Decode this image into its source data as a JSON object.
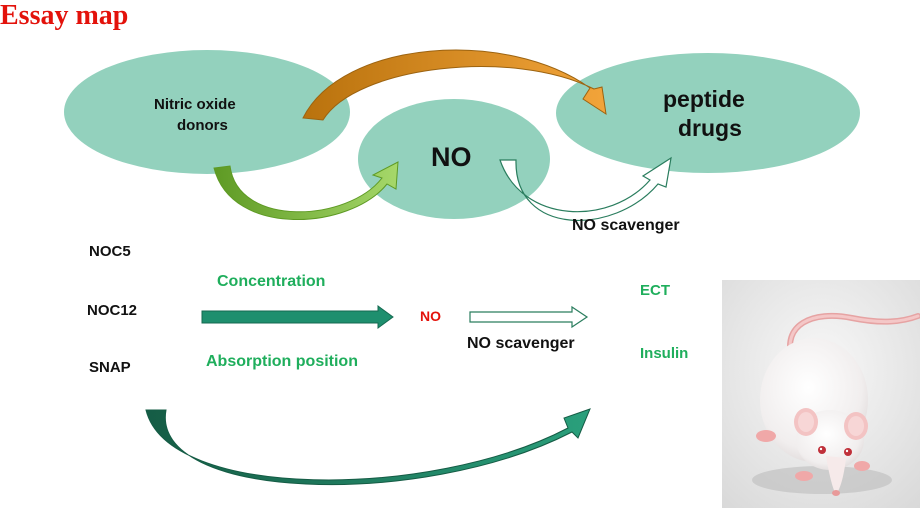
{
  "title": "Essay map",
  "colors": {
    "title": "#e3120b",
    "ellipse_fill": "#93d1bd",
    "green_text": "#1fae5c",
    "teal_arrow": "#1e8f6e",
    "orange_arrow": "#d88a1c",
    "lime_arrow": "#7bb73a"
  },
  "top_diagram": {
    "donors_label": "Nitric oxide donors",
    "donors_line1": "Nitric oxide",
    "donors_line2": "donors",
    "no_label": "NO",
    "peptide_line1": "peptide",
    "peptide_line2": "drugs",
    "scavenger_label": "NO scavenger"
  },
  "bottom_diagram": {
    "donors": [
      "NOC5",
      "NOC12",
      "SNAP"
    ],
    "factors": [
      "Concentration",
      "Absorption position"
    ],
    "no_label": "NO",
    "scavenger_label": "NO scavenger",
    "targets": [
      "ECT",
      "Insulin"
    ]
  },
  "image": {
    "subject": "white laboratory rat photo"
  }
}
